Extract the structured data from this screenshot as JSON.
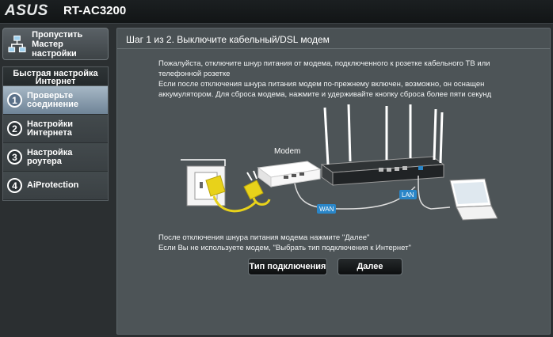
{
  "header": {
    "brand": "ASUS",
    "model": "RT-AC3200"
  },
  "sidebar": {
    "skip_button": {
      "line1": "Пропустить",
      "line2": "Мастер настройки",
      "icon": "network-icon"
    },
    "quick_setup": {
      "title_line1": "Быстрая настройка",
      "title_line2": "Интернет",
      "steps": [
        {
          "number": "1",
          "line1": "Проверьте",
          "line2": "соединение",
          "active": true
        },
        {
          "number": "2",
          "line1": "Настройки",
          "line2": "Интернета",
          "active": false
        },
        {
          "number": "3",
          "line1": "Настройка",
          "line2": "роутера",
          "active": false
        },
        {
          "number": "4",
          "line1": "AiProtection",
          "line2": "",
          "active": false
        }
      ]
    }
  },
  "main": {
    "title": "Шаг 1 из 2. Выключите кабельный/DSL модем",
    "description_line1": "Пожалуйста, отключите шнур питания от модема, подключенного к розетке кабельного ТВ или",
    "description_line2": "телефонной розетке",
    "description_line3": "Если после отключения шнура питания модем по-прежнему включен, возможно, он оснащен",
    "description_line4": "аккумулятором. Для сброса модема, нажмите и удерживайте кнопку сброса более пяти секунд",
    "diagram": {
      "modem_label": "Modem",
      "wan_label": "WAN",
      "lan_label": "LAN"
    },
    "note_line1": "После отключения шнура питания модема нажмите \"Далее\"",
    "note_line2": "Если Вы не используете модем, \"Выбрать тип подключения к Интернет\"",
    "buttons": {
      "connection_type": "Тип подключения",
      "next": "Далее"
    }
  },
  "colors": {
    "background": "#2b2f31",
    "panel": "#4d5457",
    "active_step": "#8ea2b4",
    "wire_yellow": "#e8d21a",
    "port_blue": "#2a86c8"
  }
}
